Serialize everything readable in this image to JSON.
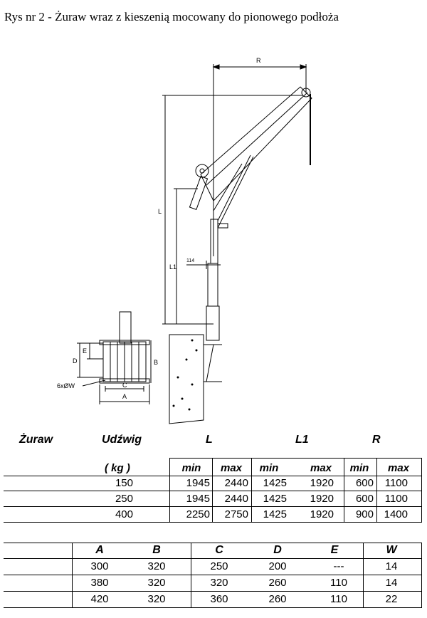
{
  "title": "Rys nr 2 - Żuraw wraz z kieszenią mocowany do pionowego podłoża",
  "drawing": {
    "dim_labels": {
      "R": "R",
      "L": "L",
      "L1": "L1",
      "dim114": "114",
      "A": "A",
      "B": "B",
      "C": "C",
      "D": "D",
      "E": "E",
      "holes": "6xØW"
    }
  },
  "table1": {
    "headers": {
      "zuraw": "Żuraw",
      "udzwig": "Udźwig",
      "L": "L",
      "L1": "L1",
      "R": "R",
      "unit": "( kg )"
    },
    "subheaders": [
      "min",
      "max",
      "min",
      "max",
      "min",
      "max"
    ],
    "rows": [
      {
        "udzwig": "150",
        "L_min": "1945",
        "L_max": "2440",
        "L1_min": "1425",
        "L1_max": "1920",
        "R_min": "600",
        "R_max": "1100"
      },
      {
        "udzwig": "250",
        "L_min": "1945",
        "L_max": "2440",
        "L1_min": "1425",
        "L1_max": "1920",
        "R_min": "600",
        "R_max": "1100"
      },
      {
        "udzwig": "400",
        "L_min": "2250",
        "L_max": "2750",
        "L1_min": "1425",
        "L1_max": "1920",
        "R_min": "900",
        "R_max": "1400"
      }
    ]
  },
  "table2": {
    "headers": [
      "A",
      "B",
      "C",
      "D",
      "E",
      "W"
    ],
    "rows": [
      [
        "300",
        "320",
        "250",
        "200",
        "---",
        "14"
      ],
      [
        "380",
        "320",
        "320",
        "260",
        "110",
        "14"
      ],
      [
        "420",
        "320",
        "360",
        "260",
        "110",
        "22"
      ]
    ]
  }
}
